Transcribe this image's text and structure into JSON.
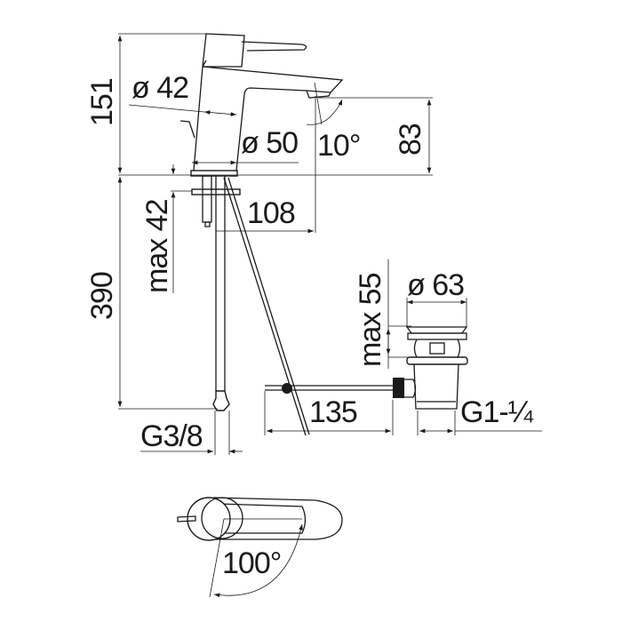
{
  "drawing": {
    "dimensions": {
      "total_height": "151",
      "body_diameter": "ø 42",
      "base_diameter": "ø 50",
      "spout_angle": "10°",
      "spout_height": "83",
      "spout_reach": "108",
      "max_deck_thickness": "max 42",
      "under_deck_length": "390",
      "hose_thread": "G3/8",
      "waste_flange_diameter": "ø 63",
      "max_basin_thickness": "max 55",
      "popup_rod_length": "135",
      "waste_thread": "G1-¼",
      "lever_rotation": "100°"
    },
    "line_color": "#1a1a1a",
    "background_color": "#ffffff"
  }
}
